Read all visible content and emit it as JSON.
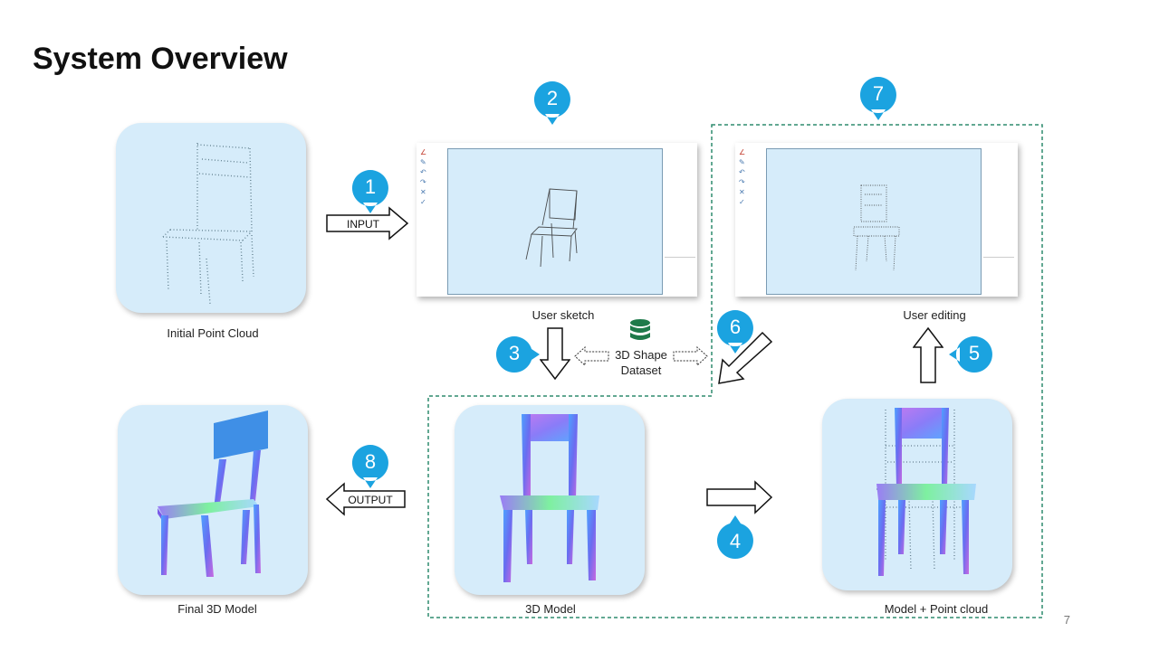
{
  "title": "System Overview",
  "slide_number": "7",
  "captions": {
    "initial": "Initial Point Cloud",
    "sketch": "User sketch",
    "editing": "User editing",
    "final": "Final 3D Model",
    "model": "3D Model",
    "model_pc": "Model + Point cloud"
  },
  "arrows": {
    "input": "INPUT",
    "output": "OUTPUT"
  },
  "dataset": {
    "line1": "3D Shape",
    "line2": "Dataset"
  },
  "steps": [
    "1",
    "2",
    "3",
    "4",
    "5",
    "6",
    "7",
    "8"
  ],
  "colors": {
    "accent": "#1ba3e0",
    "panel_bg": "#d6ecfa",
    "dashed": "#2e8b6e",
    "dataset_icon": "#1e7a4a"
  }
}
